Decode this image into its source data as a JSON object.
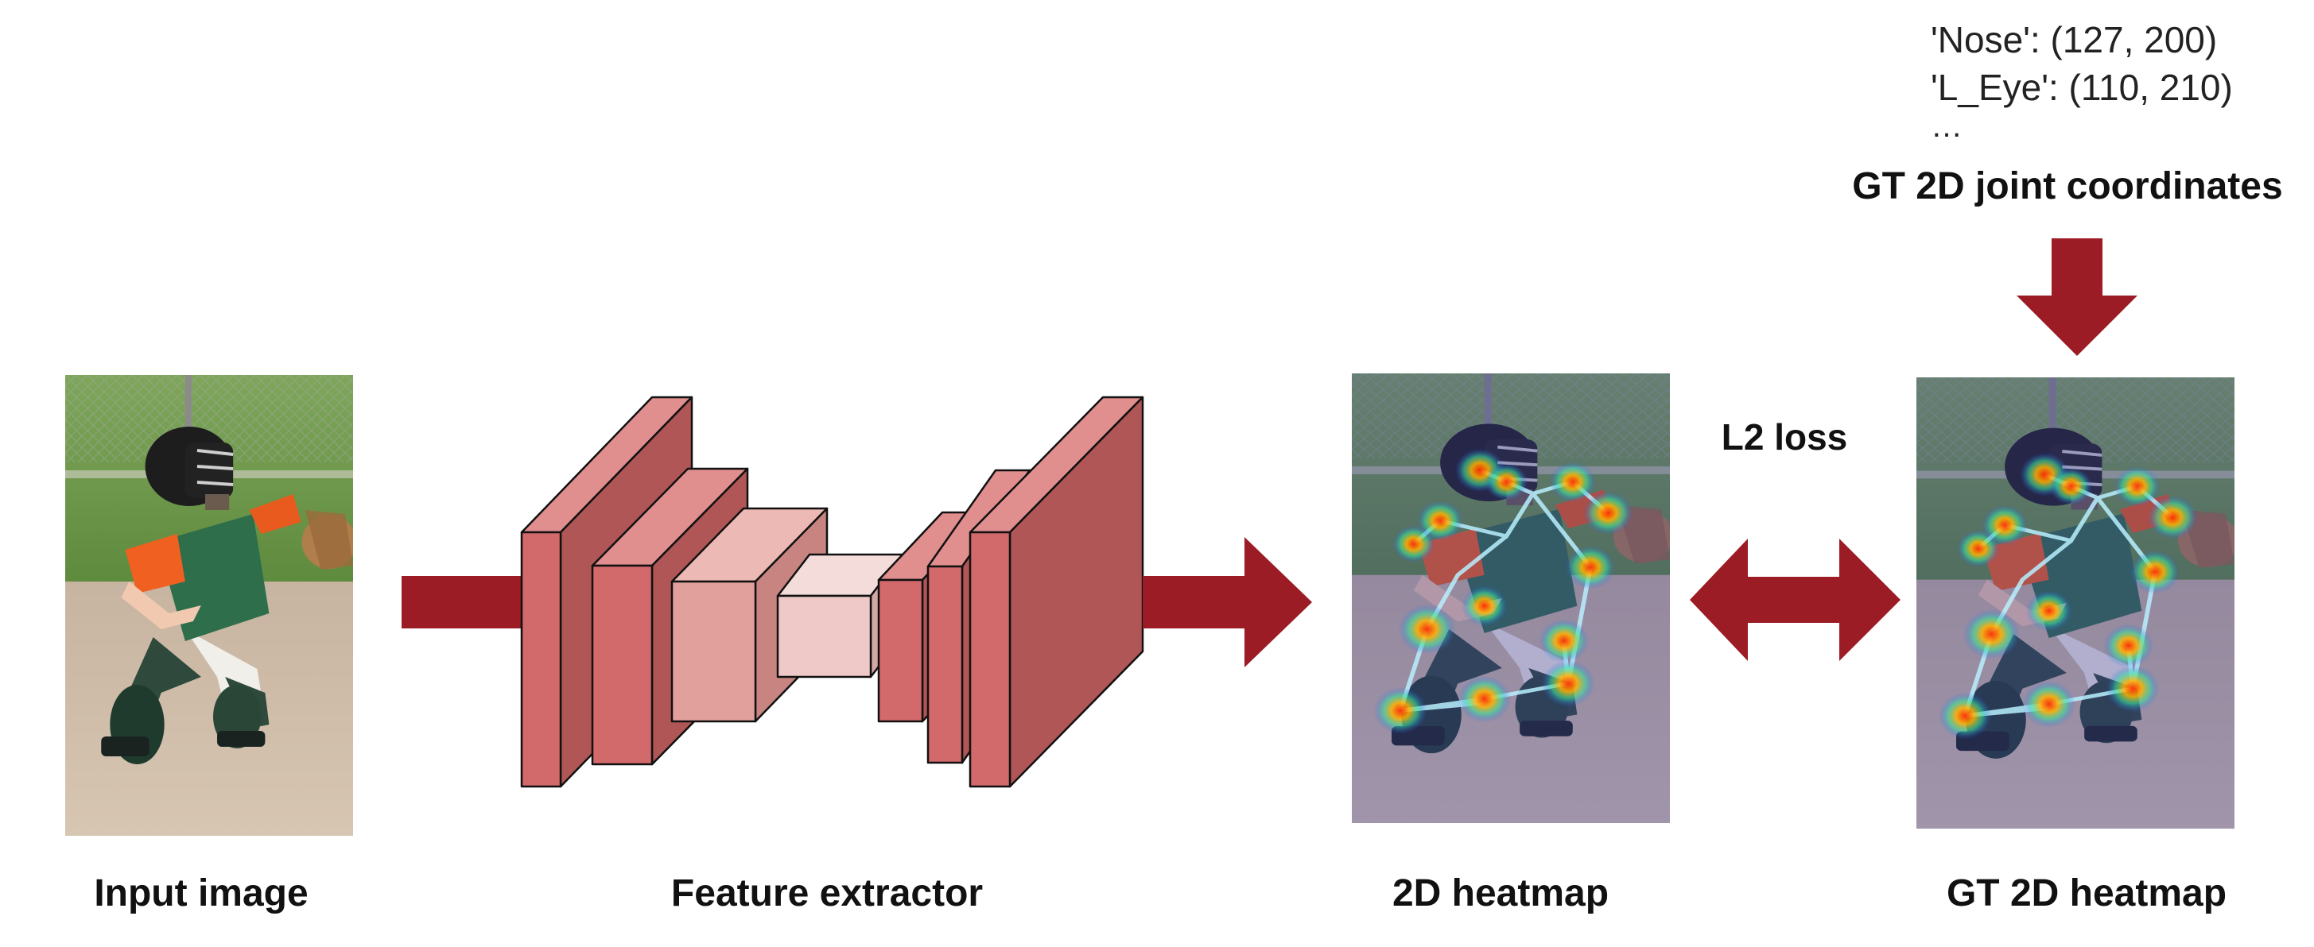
{
  "labels": {
    "input_image": "Input image",
    "feature_extractor": "Feature extractor",
    "heatmap_2d": "2D heatmap",
    "gt_heatmap_2d": "GT 2D heatmap",
    "l2_loss": "L2 loss",
    "gt_coordinates_title": "GT 2D joint coordinates"
  },
  "gt_coordinates": {
    "lines": [
      "'Nose': (127, 200)",
      "'L_Eye': (110, 210)",
      "…"
    ]
  },
  "colors": {
    "arrow": "#9b1c24",
    "block_front": "#d2696b",
    "block_top": "#e08e8e",
    "block_side": "#b05656",
    "block_light_front": "#eec9c7",
    "block_light_top": "#f4dcda",
    "block_light_side": "#d3a8a6",
    "block_mid_front": "#e2a09c",
    "block_mid_top": "#ecb9b4",
    "block_mid_side": "#c78480"
  },
  "icons": {
    "input_photo": "baseball-catcher-photo",
    "pred_heatmap": "baseball-catcher-heatmap-overlay",
    "gt_heatmap": "baseball-catcher-gt-heatmap-overlay"
  }
}
